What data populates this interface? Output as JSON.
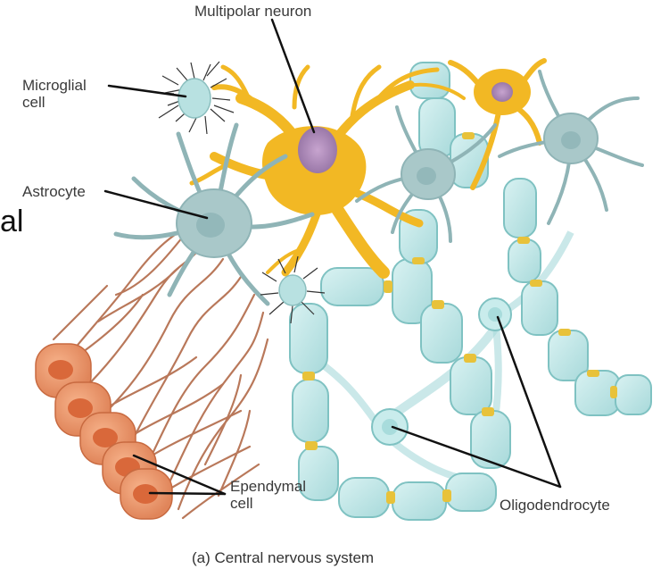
{
  "labels": {
    "multipolar_neuron": "Multipolar neuron",
    "microglial_cell": "Microglial\ncell",
    "astrocyte": "Astrocyte",
    "ependymal_cell": "Ependymal\ncell",
    "oligodendrocyte": "Oligodendrocyte"
  },
  "caption": "(a) Central nervous system",
  "cut_off_text": "al",
  "colors": {
    "neuron": "#f2b824",
    "neuron_nucleus": "#b08ab8",
    "astrocyte": "#a9c8c9",
    "myelin": "#bfe6e6",
    "myelin_edge": "#7fc2c2",
    "node": "#e8c23a",
    "ependymal": "#ec9b6f",
    "ependymal_nucleus": "#d9683a",
    "ependymal_process": "#b9785a",
    "microglia_body": "#b8e1e1",
    "microglia_spikes": "#333333",
    "leader": "#111111"
  }
}
